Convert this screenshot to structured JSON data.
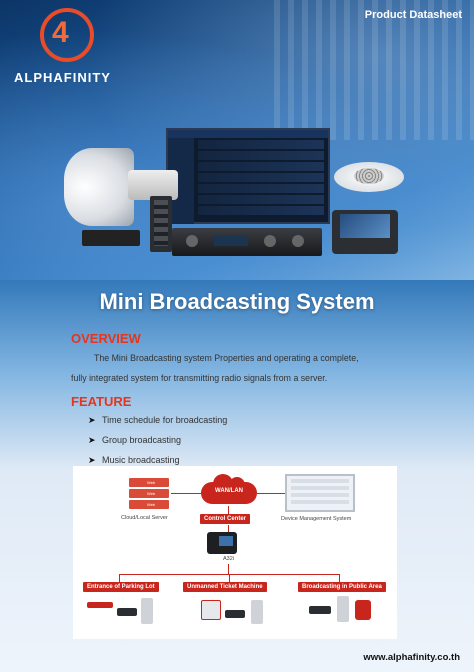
{
  "header": {
    "label": "Product Datasheet",
    "logo_mark": "4",
    "brand": "ALPHAFINITY"
  },
  "title": "Mini Broadcasting System",
  "overview": {
    "heading": "OVERVIEW",
    "line1": "The Mini Broadcasting system Properties and operating a complete,",
    "line2": "fully integrated system for transmitting radio signals from a server."
  },
  "feature": {
    "heading": "FEATURE",
    "arrow": "➤",
    "items": [
      "Time schedule for broadcasting",
      "Group broadcasting",
      "Music broadcasting"
    ]
  },
  "diagram": {
    "server_labels": [
      "Web",
      "Web",
      "Web"
    ],
    "cloud_server": "Cloud/Local Server",
    "wan_lan": "WAN/LAN",
    "device_mgmt": "Device Management System",
    "control_center": "Control Center",
    "phone_model": "A32i",
    "zones": [
      "Entrance of Parking Lot",
      "Unmanned Ticket Machine",
      "Broadcasting in Public Area"
    ]
  },
  "footer": {
    "url": "www.alphafinity.co.th"
  },
  "colors": {
    "accent": "#e8341c",
    "brand_blue": "#1d5fa6",
    "tag_red": "#c8261c"
  }
}
